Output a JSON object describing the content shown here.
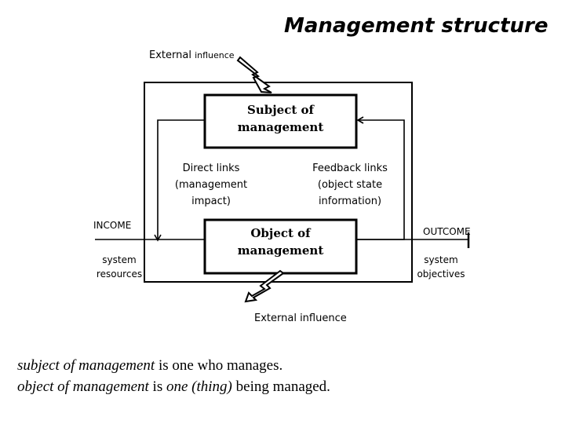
{
  "title": "Management structure",
  "nodes": {
    "subject": {
      "line1": "Subject of",
      "line2": "management"
    },
    "object": {
      "line1": "Object of",
      "line2": "management"
    }
  },
  "labels": {
    "external_influence_top_part1": "External",
    "external_influence_top_part2": "influence",
    "external_influence_bottom": "External influence",
    "direct_links": [
      "Direct links",
      "(management",
      "impact)"
    ],
    "feedback_links": [
      "Feedback links",
      "(object state",
      "information)"
    ],
    "income": "INCOME",
    "outcome": "OUTCOME",
    "system_resources": [
      "system",
      "resources"
    ],
    "system_objectives": [
      "system",
      "objectives"
    ]
  },
  "definitions": {
    "subject_term": "subject of management",
    "subject_rest": " is one who manages.",
    "object_term": "object of management",
    "object_mid": " is ",
    "object_term2": "one (thing)",
    "object_rest": " being managed."
  }
}
